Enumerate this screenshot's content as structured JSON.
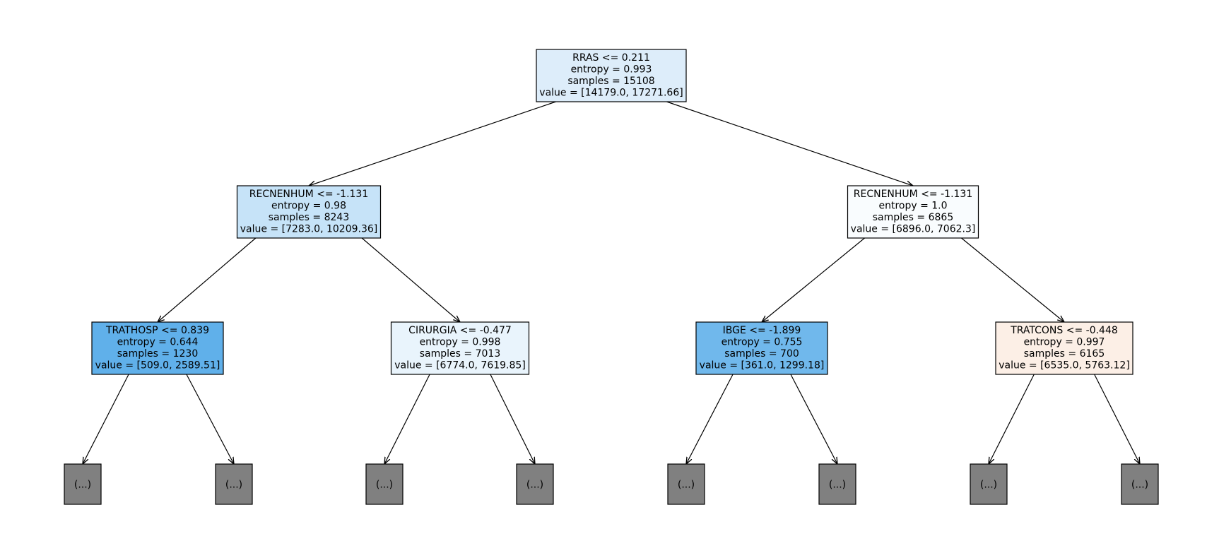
{
  "tree": {
    "colors": {
      "blue": "#399de5",
      "orange": "#e58139",
      "truncated": "#808080"
    },
    "nodes": [
      {
        "id": "root",
        "lines": [
          "RRAS <= 0.211",
          "entropy = 0.993",
          "samples = 15108",
          "value = [14179.0, 17271.66]"
        ],
        "fill": "#ddedfa"
      },
      {
        "id": "l",
        "lines": [
          "RECNENHUM <= -1.131",
          "entropy = 0.98",
          "samples = 8243",
          "value = [7283.0, 10209.36]"
        ],
        "fill": "#c6e3f8"
      },
      {
        "id": "r",
        "lines": [
          "RECNENHUM <= -1.131",
          "entropy = 1.0",
          "samples = 6865",
          "value = [6896.0, 7062.3]"
        ],
        "fill": "#f9fcfe"
      },
      {
        "id": "ll",
        "lines": [
          "TRATHOSP <= 0.839",
          "entropy = 0.644",
          "samples = 1230",
          "value = [509.0, 2589.51]"
        ],
        "fill": "#60b0ea"
      },
      {
        "id": "lr",
        "lines": [
          "CIRURGIA <= -0.477",
          "entropy = 0.998",
          "samples = 7013",
          "value = [6774.0, 7619.85]"
        ],
        "fill": "#e9f4fc"
      },
      {
        "id": "rl",
        "lines": [
          "IBGE <= -1.899",
          "entropy = 0.755",
          "samples = 700",
          "value = [361.0, 1299.18]"
        ],
        "fill": "#70b8ec"
      },
      {
        "id": "rr",
        "lines": [
          "TRATCONS <= -0.448",
          "entropy = 0.997",
          "samples = 6165",
          "value = [6535.0, 5763.12]"
        ],
        "fill": "#fcefe6"
      }
    ],
    "truncated_label": "(...)",
    "truncated_count": 8
  }
}
